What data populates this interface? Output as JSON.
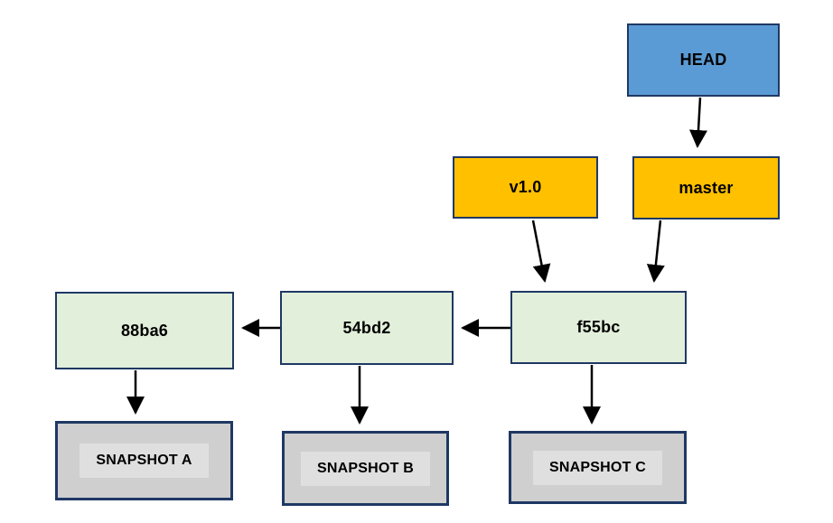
{
  "diagram": {
    "nodes": {
      "head": {
        "label": "HEAD",
        "type": "pointer",
        "fill": "#5B9BD5"
      },
      "master": {
        "label": "master",
        "type": "branch",
        "fill": "#FFC000"
      },
      "v1": {
        "label": "v1.0",
        "type": "tag",
        "fill": "#FFC000"
      },
      "commit_88ba6": {
        "label": "88ba6",
        "type": "commit",
        "fill": "#E2EFDA"
      },
      "commit_54bd2": {
        "label": "54bd2",
        "type": "commit",
        "fill": "#E2EFDA"
      },
      "commit_f55bc": {
        "label": "f55bc",
        "type": "commit",
        "fill": "#E2EFDA"
      },
      "snapshot_a": {
        "label": "SNAPSHOT A",
        "type": "snapshot",
        "fill": "#CFCFCF"
      },
      "snapshot_b": {
        "label": "SNAPSHOT B",
        "type": "snapshot",
        "fill": "#CFCFCF"
      },
      "snapshot_c": {
        "label": "SNAPSHOT C",
        "type": "snapshot",
        "fill": "#CFCFCF"
      }
    },
    "edges": [
      {
        "from": "HEAD",
        "to": "master"
      },
      {
        "from": "master",
        "to": "f55bc"
      },
      {
        "from": "v1.0",
        "to": "f55bc"
      },
      {
        "from": "f55bc",
        "to": "54bd2"
      },
      {
        "from": "54bd2",
        "to": "88ba6"
      },
      {
        "from": "88ba6",
        "to": "SNAPSHOT A"
      },
      {
        "from": "54bd2",
        "to": "SNAPSHOT B"
      },
      {
        "from": "f55bc",
        "to": "SNAPSHOT C"
      }
    ],
    "colors": {
      "head_fill": "#5B9BD5",
      "branch_tag_fill": "#FFC000",
      "commit_fill": "#E2EFDA",
      "snapshot_fill": "#CFCFCF",
      "snapshot_label_fill": "#DFDFDF",
      "box_border": "#1F3864",
      "arrow": "#000000",
      "background": "#FFFFFF"
    }
  }
}
